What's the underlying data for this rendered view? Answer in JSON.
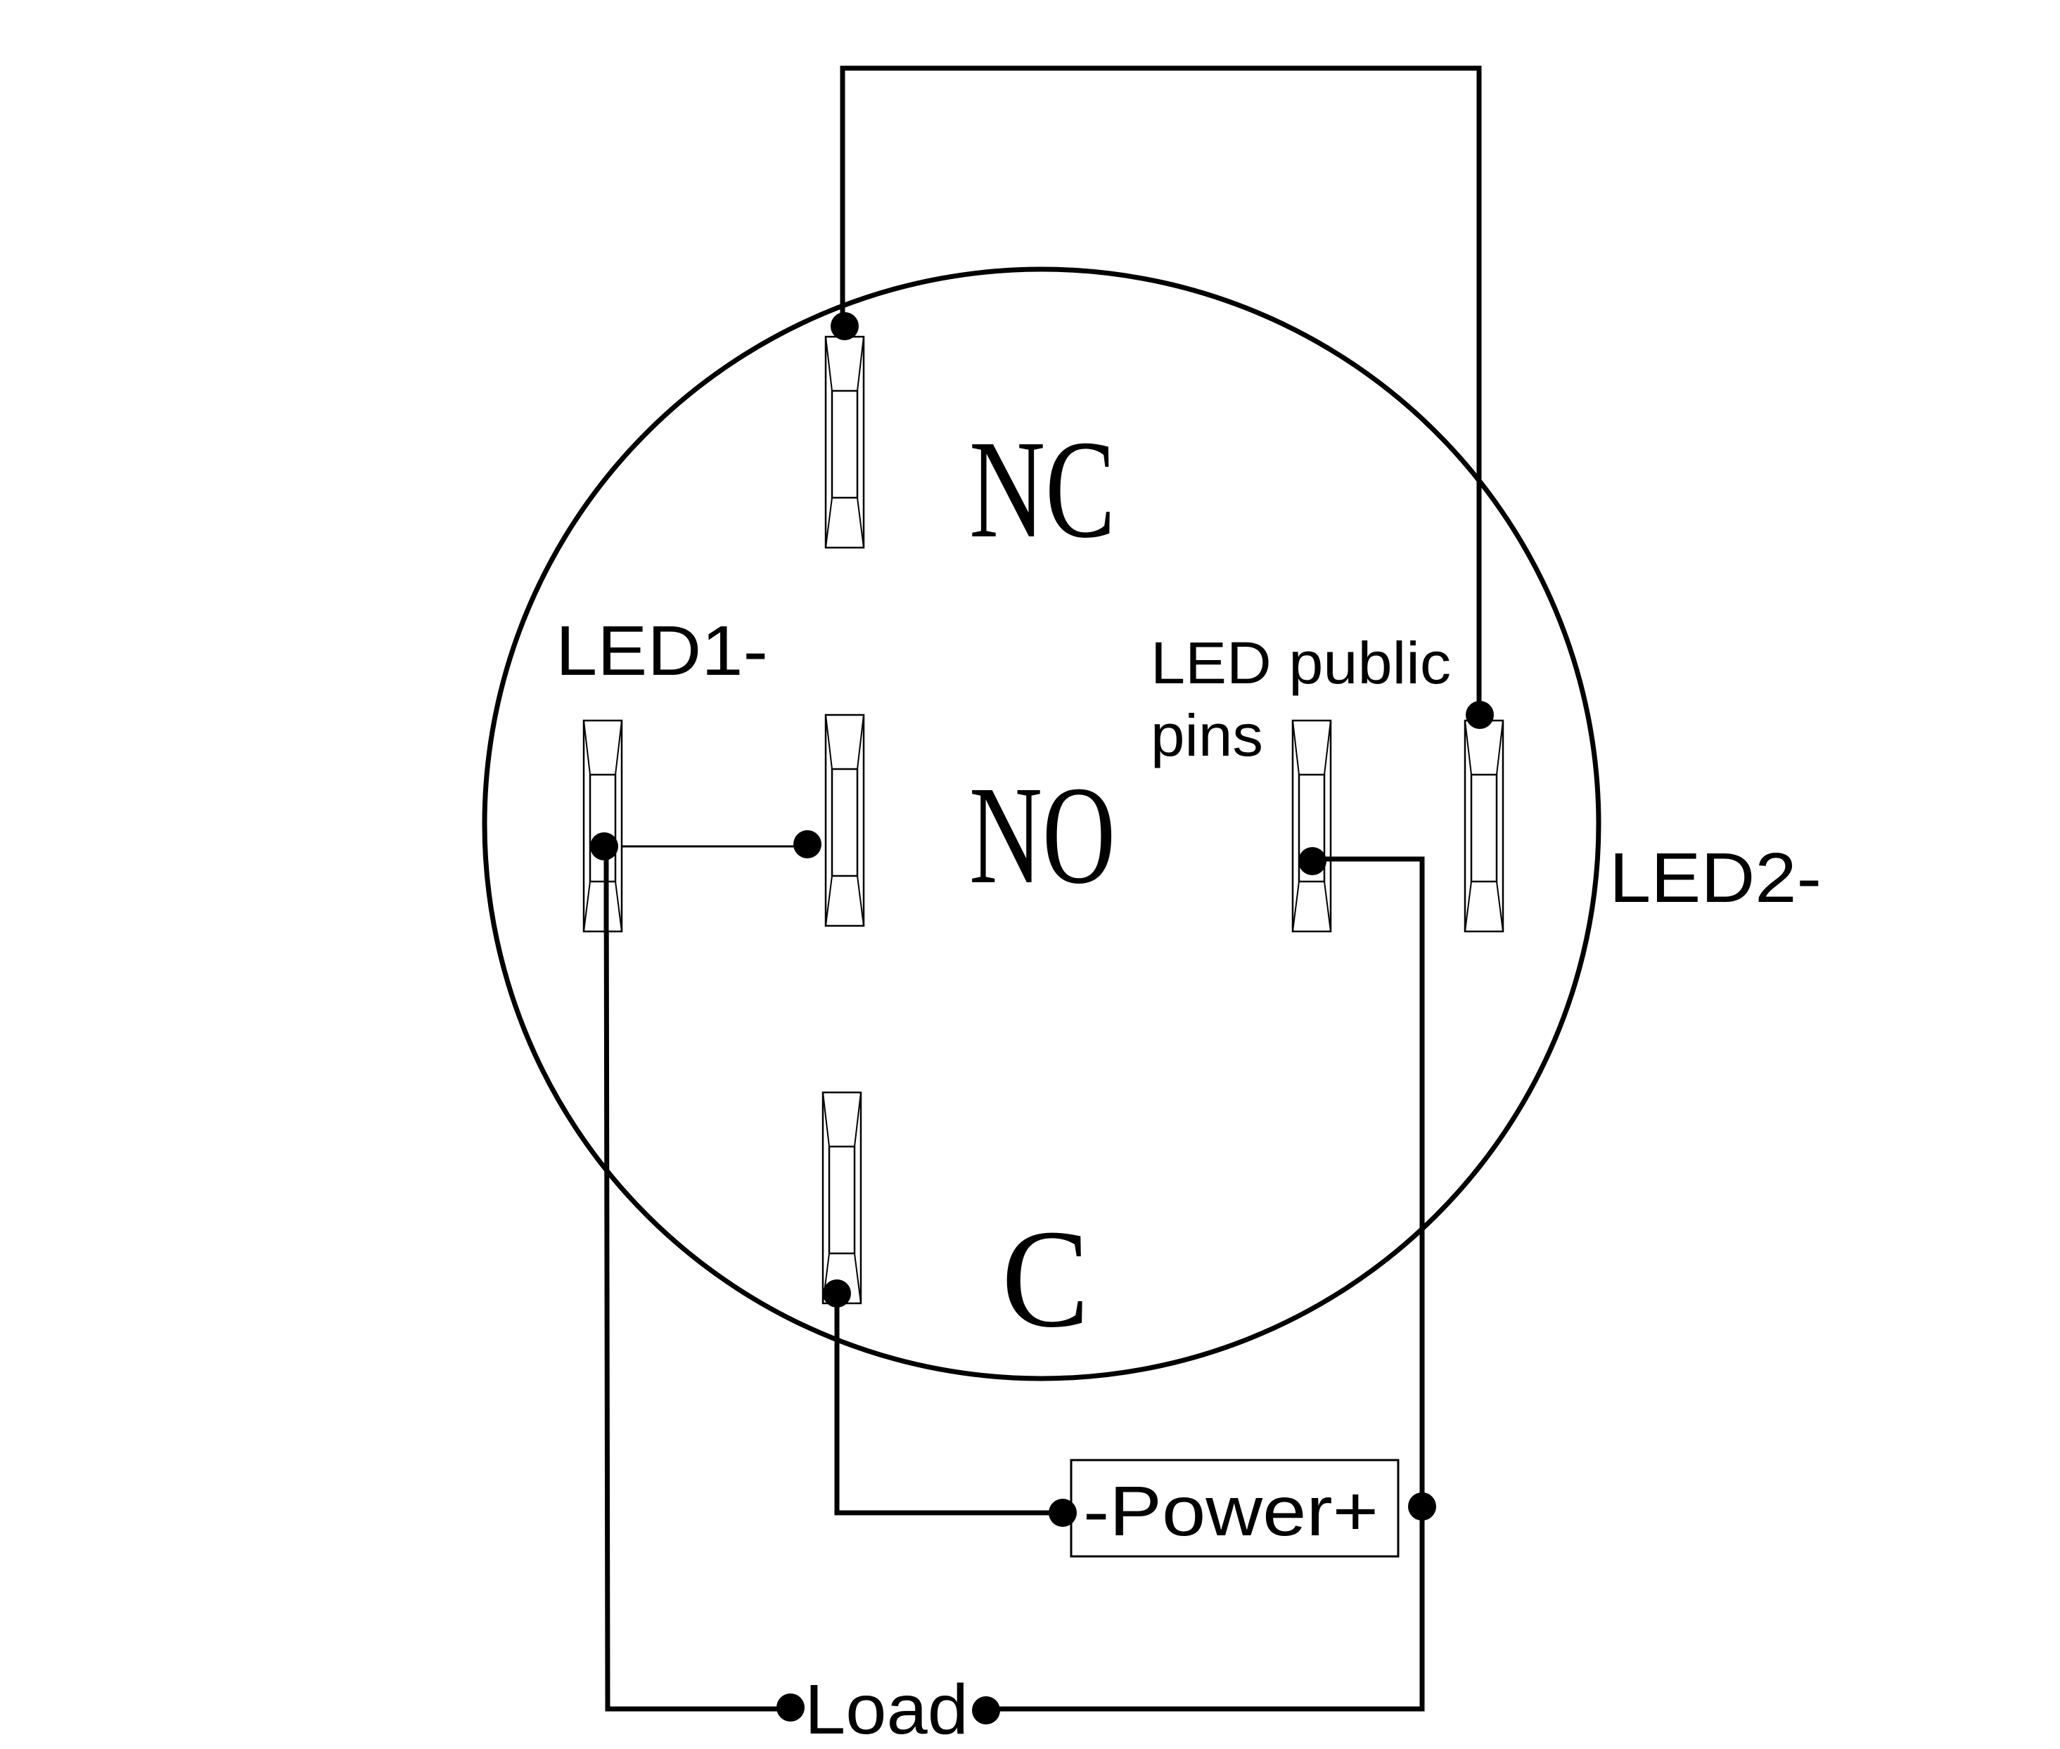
{
  "labels": {
    "nc": "NC",
    "no": "NO",
    "c": "C",
    "led1": "LED1-",
    "led2": "LED2-",
    "led_public_line1": "LED public",
    "led_public_line2": "pins",
    "power": "-Power+",
    "load": "Load"
  },
  "colors": {
    "ink": "#000000",
    "background": "#ffffff"
  }
}
